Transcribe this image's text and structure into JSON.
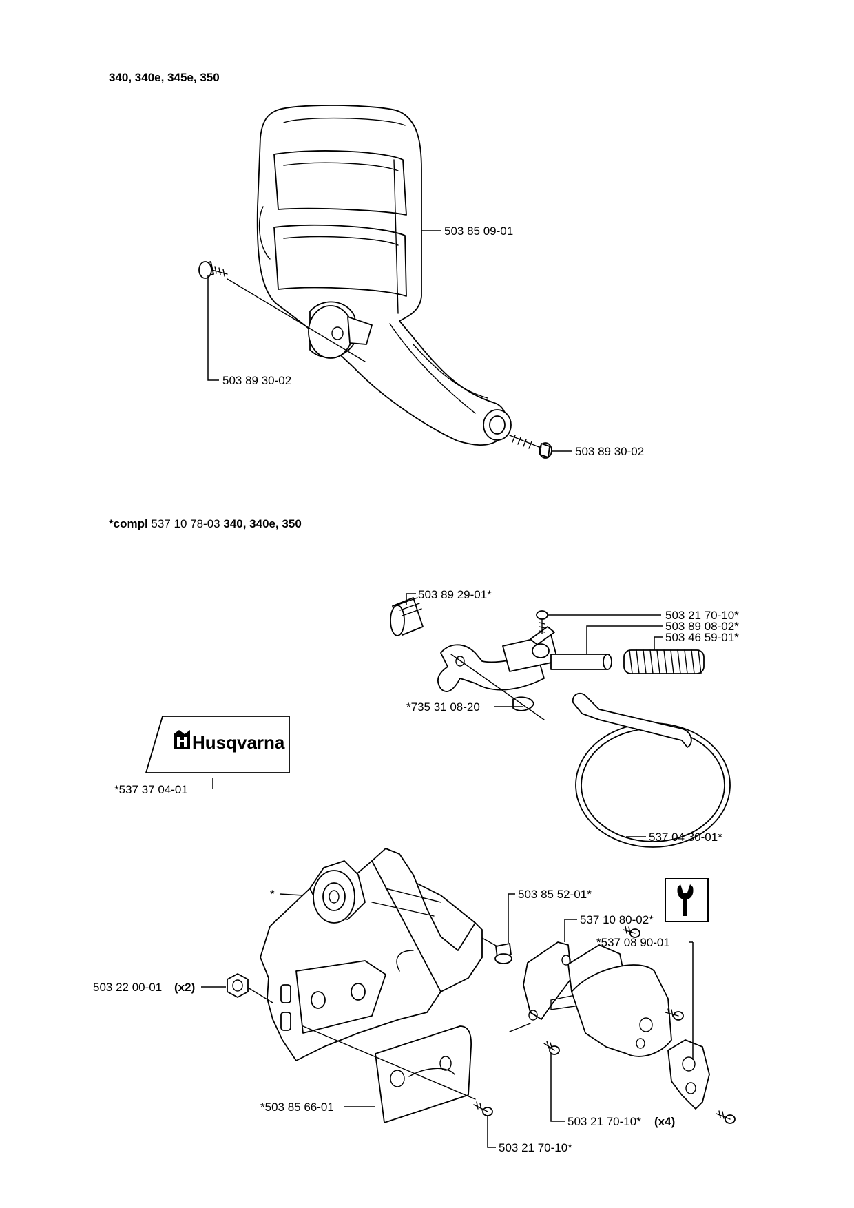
{
  "headings": {
    "top_models": "340, 340e, 345e, 350",
    "compl_star_prefix": "*compl",
    "compl_number": "537 10 78-03",
    "compl_models": "340, 340e, 350"
  },
  "logo": {
    "brand_text": "Husqvarna",
    "icon": "husqvarna-crown-h-icon"
  },
  "labels": {
    "guard": "503 85 09-01",
    "screw_left": "503 89 30-02",
    "screw_bottom": "503 89 30-02",
    "knob": "503 89 29-01*",
    "screw_top": "503 21 70-10*",
    "rod": "503 89 08-02*",
    "spring": "503 46 59-01*",
    "clip": "*735 31 08-20",
    "decal": "*537 37 04-01",
    "band": "537 04 30-01*",
    "cover_star": "*",
    "pin": "503 85 52-01*",
    "plate": "537 10 80-02*",
    "catcher": "*537 08 90-01",
    "nut": "503 22 00-01",
    "nut_qty": "(x2)",
    "cover_plate": "*503 85 66-01",
    "screws_x4": "503 21 70-10*",
    "screws_x4_qty": "(x4)",
    "screw_cover": "503 21 70-10*"
  },
  "icons": {
    "tool": "wrench-tool-icon"
  }
}
